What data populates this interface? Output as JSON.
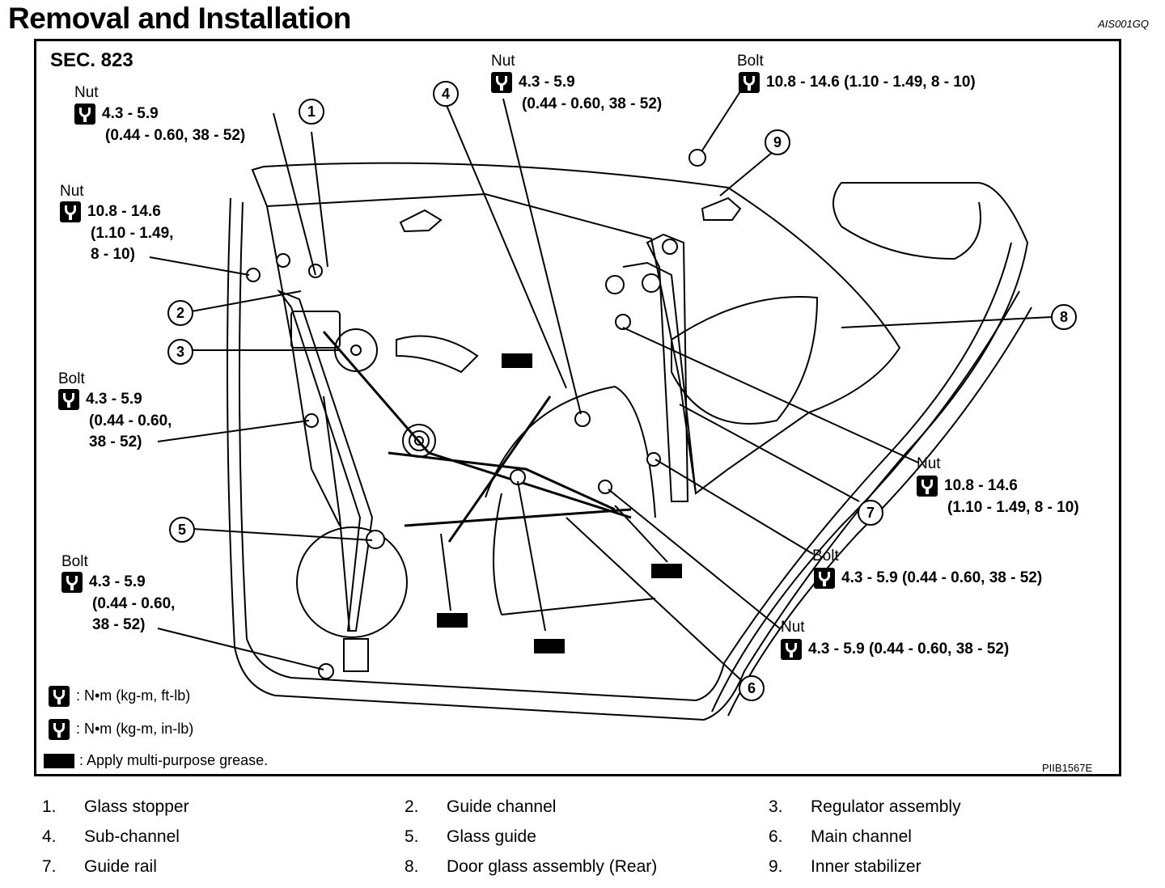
{
  "header": {
    "title": "Removal and Installation",
    "doc_id": "AIS001GQ"
  },
  "diagram": {
    "section": "SEC. 823",
    "code": "PIIB1567E",
    "callouts": [
      "1",
      "2",
      "3",
      "4",
      "5",
      "6",
      "7",
      "8",
      "9"
    ],
    "torque_labels": [
      {
        "kind": "Nut",
        "l1": "4.3 - 5.9",
        "l2": "(0.44 - 0.60, 38 - 52)",
        "l3": ""
      },
      {
        "kind": "Nut",
        "l1": "10.8 - 14.6",
        "l2": "(1.10 - 1.49,",
        "l3": "8 - 10)"
      },
      {
        "kind": "Bolt",
        "l1": "4.3 - 5.9",
        "l2": "(0.44 - 0.60,",
        "l3": "38 - 52)"
      },
      {
        "kind": "Bolt",
        "l1": "4.3 - 5.9",
        "l2": "(0.44 - 0.60,",
        "l3": "38 - 52)"
      },
      {
        "kind": "Nut",
        "l1": "4.3 - 5.9",
        "l2": "(0.44 - 0.60, 38 - 52)",
        "l3": ""
      },
      {
        "kind": "Bolt",
        "l1": "10.8 - 14.6 (1.10 - 1.49, 8 - 10)",
        "l2": "",
        "l3": ""
      },
      {
        "kind": "Nut",
        "l1": "10.8 - 14.6",
        "l2": "(1.10 - 1.49, 8 - 10)",
        "l3": ""
      },
      {
        "kind": "Bolt",
        "l1": "4.3 - 5.9 (0.44 - 0.60, 38 - 52)",
        "l2": "",
        "l3": ""
      },
      {
        "kind": "Nut",
        "l1": "4.3 - 5.9 (0.44 - 0.60, 38 - 52)",
        "l2": "",
        "l3": ""
      }
    ],
    "legend": [
      ": N•m (kg-m, ft-lb)",
      ": N•m (kg-m, in-lb)",
      ": Apply multi-purpose grease."
    ]
  },
  "parts_list": [
    {
      "num": "1.",
      "name": "Glass stopper"
    },
    {
      "num": "2.",
      "name": "Guide channel"
    },
    {
      "num": "3.",
      "name": "Regulator assembly"
    },
    {
      "num": "4.",
      "name": "Sub-channel"
    },
    {
      "num": "5.",
      "name": "Glass guide"
    },
    {
      "num": "6.",
      "name": "Main channel"
    },
    {
      "num": "7.",
      "name": "Guide rail"
    },
    {
      "num": "8.",
      "name": "Door glass assembly (Rear)"
    },
    {
      "num": "9.",
      "name": "Inner stabilizer"
    }
  ]
}
